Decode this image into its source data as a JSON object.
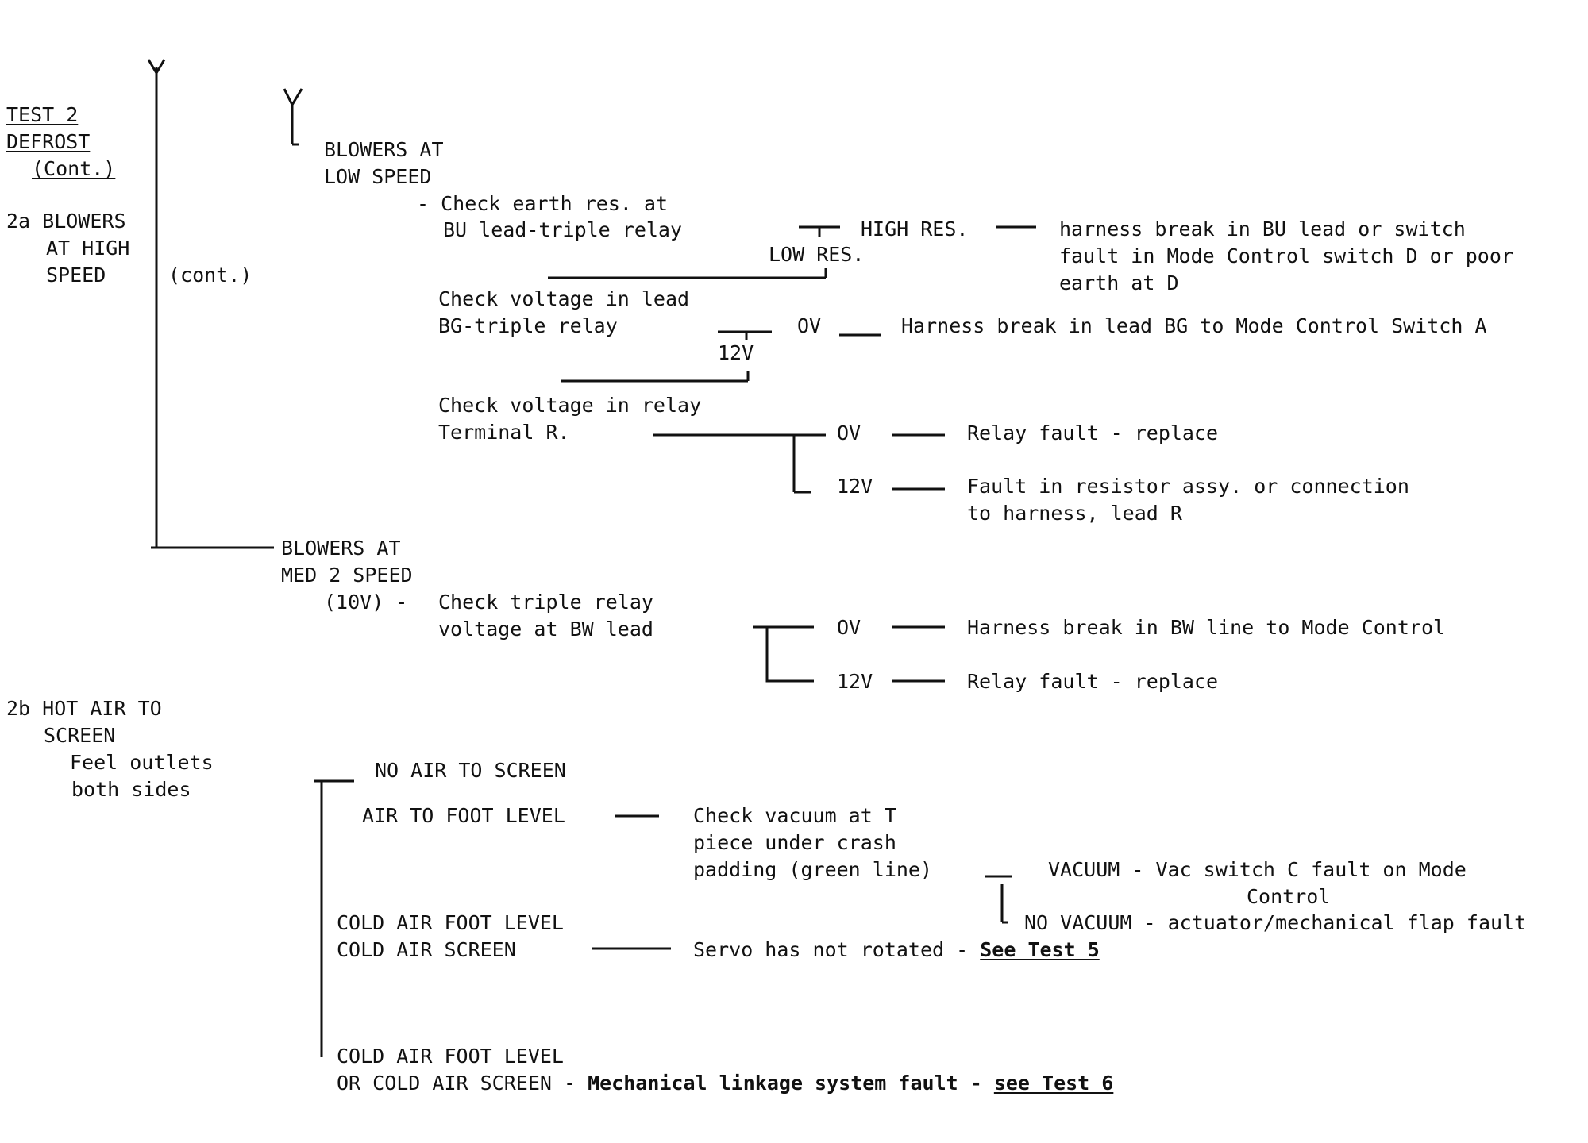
{
  "header": {
    "title_line1": "TEST 2",
    "title_line2": "DEFROST",
    "title_line3": "(Cont.)"
  },
  "section_2a": {
    "label_line1": "2a BLOWERS",
    "label_line2": "AT HIGH",
    "label_line3": "SPEED",
    "cont": "(cont.)",
    "low_speed": {
      "heading_line1": "BLOWERS AT",
      "heading_line2": "LOW SPEED",
      "check1_line1": "- Check earth res. at",
      "check1_line2": "BU lead-triple relay",
      "high_res": "HIGH RES.",
      "low_res": "LOW RES.",
      "high_res_result_line1": "harness break in BU lead or switch",
      "high_res_result_line2": "fault in Mode Control switch D or poor",
      "high_res_result_line3": "earth at D",
      "check2_line1": "Check voltage in lead",
      "check2_line2": "BG-triple relay",
      "check2_0v": "OV",
      "check2_12v": "12V",
      "check2_0v_result": "Harness break in lead BG to Mode Control Switch A",
      "check3_line1": "Check voltage in relay",
      "check3_line2": "Terminal R.",
      "check3_0v": "OV",
      "check3_0v_result": "Relay fault - replace",
      "check3_12v": "12V",
      "check3_12v_result_line1": "Fault in resistor assy. or connection",
      "check3_12v_result_line2": "to harness, lead R"
    },
    "med2_speed": {
      "heading_line1": "BLOWERS AT",
      "heading_line2": "MED 2 SPEED",
      "heading_line3": "(10V) -",
      "check_line1": "Check triple relay",
      "check_line2": "voltage at BW lead",
      "v0": "OV",
      "v0_result": "Harness break in BW line to Mode Control",
      "v12": "12V",
      "v12_result": "Relay fault - replace"
    }
  },
  "section_2b": {
    "label_line1": "2b HOT AIR TO",
    "label_line2": "SCREEN",
    "label_line3": "Feel outlets",
    "label_line4": "both sides",
    "no_air": "NO AIR TO SCREEN",
    "air_foot": "AIR TO FOOT LEVEL",
    "vacuum_check_line1": "Check vacuum at T",
    "vacuum_check_line2": "piece under crash",
    "vacuum_check_line3": "padding (green line)",
    "vacuum_result_line1": "VACUUM - Vac switch C fault on Mode",
    "vacuum_result_line2": "Control",
    "no_vacuum_result": "NO VACUUM - actuator/mechanical flap fault",
    "cold_foot1": "COLD AIR FOOT LEVEL",
    "cold_screen1": "COLD AIR SCREEN",
    "servo_text": "Servo has not rotated - ",
    "servo_link": "See Test 5",
    "cold_foot2": "COLD AIR FOOT LEVEL",
    "or_cold_screen": "OR COLD AIR SCREEN - ",
    "mech_text": "Mechanical linkage system fault - ",
    "mech_link": "see Test 6"
  }
}
